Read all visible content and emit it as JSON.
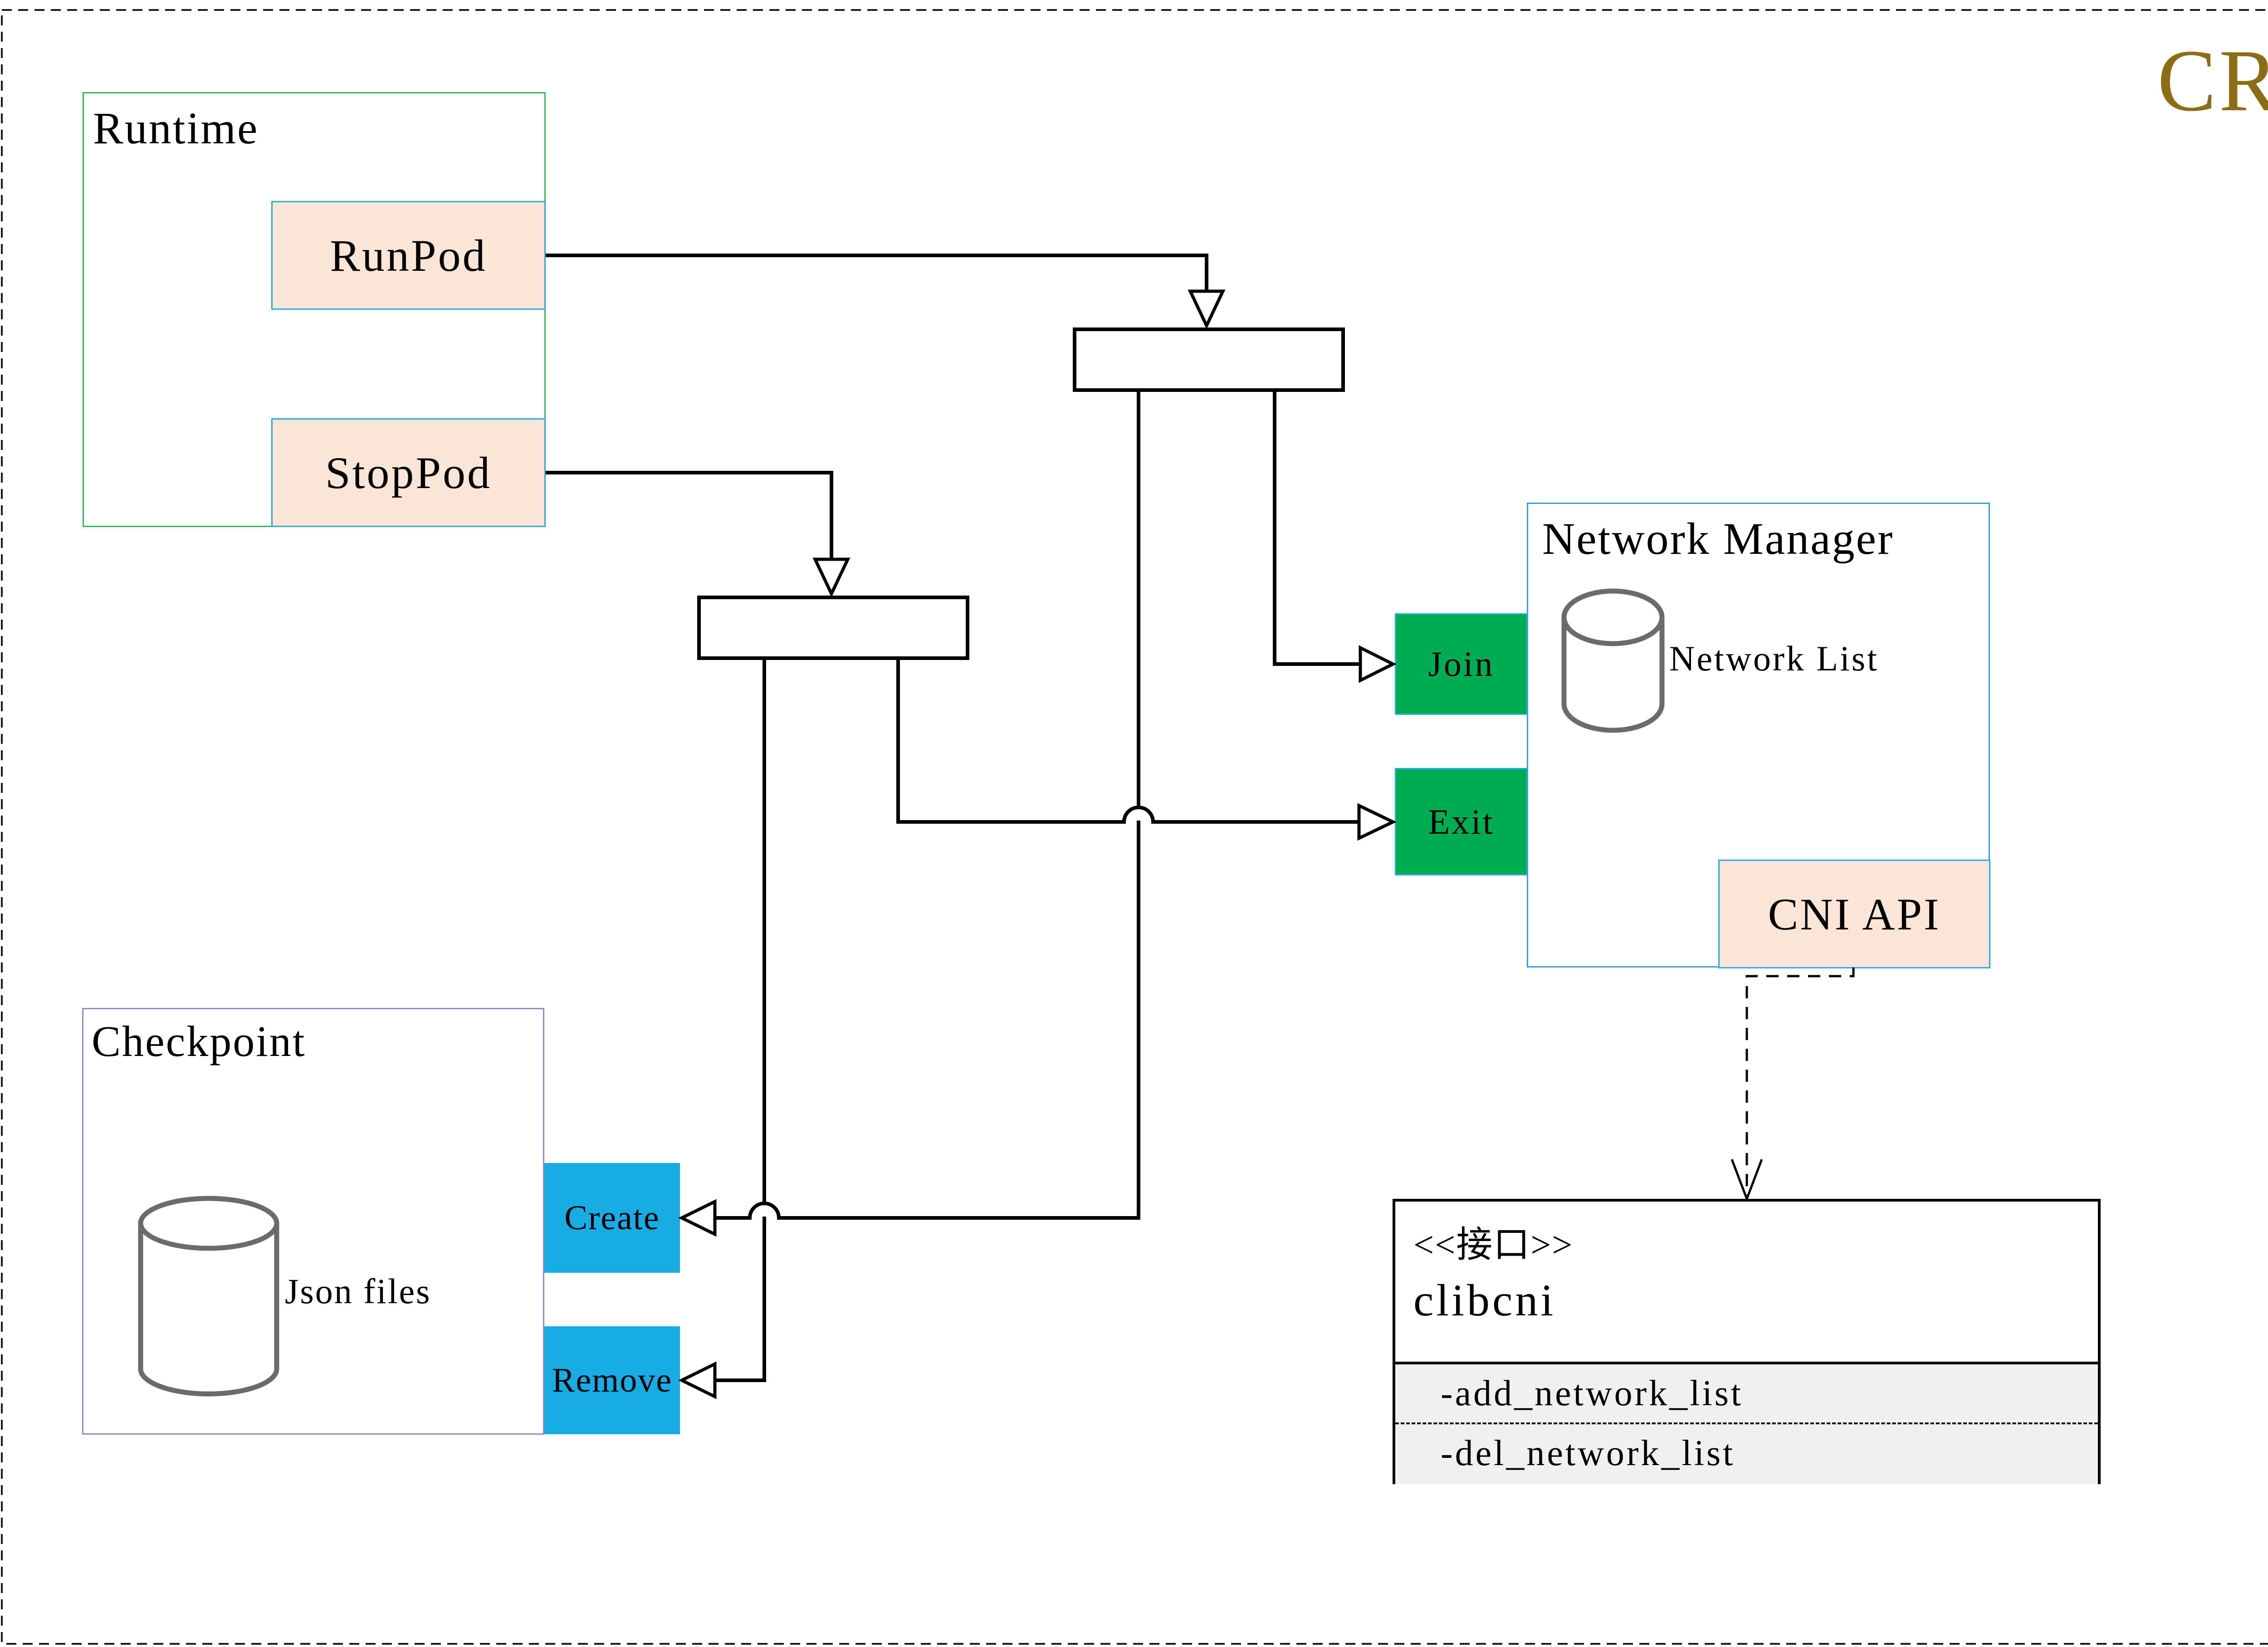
{
  "badge": {
    "label": "CRI"
  },
  "colors": {
    "peach_fill": "#fbe5d6",
    "cyan_border": "#29abe2",
    "green_fill": "#00ac52",
    "blue_fill": "#17ace4",
    "runtime_border_green": "#2cbe5c",
    "network_manager_border_blue": "#3d9bdc",
    "checkpoint_border_purple": "#9e86be",
    "cri_gold": "#8c6d15",
    "cylinder_gray": "#6b6b6b",
    "interface_section_gray": "#f0f0f0"
  },
  "runtime": {
    "title": "Runtime",
    "runpod": "RunPod",
    "stoppod": "StopPod"
  },
  "network_manager": {
    "title": "Network Manager",
    "network_list": "Network List",
    "join": "Join",
    "exit": "Exit",
    "cni_api": "CNI API"
  },
  "checkpoint": {
    "title": "Checkpoint",
    "json_files": "Json files",
    "create": "Create",
    "remove": "Remove"
  },
  "clibcni": {
    "stereotype": "<<接口>>",
    "name": "clibcni",
    "methods": [
      "-add_network_list",
      "-del_network_list"
    ]
  },
  "edges": [
    {
      "from": "RunPod",
      "to": "relay-box-top",
      "style": "solid-open-arrow"
    },
    {
      "from": "StopPod",
      "to": "relay-box-bottom",
      "style": "solid-open-arrow"
    },
    {
      "from": "relay-box-top",
      "to": "Join",
      "style": "solid-open-arrow"
    },
    {
      "from": "relay-box-top",
      "to": "Create",
      "style": "solid-open-arrow"
    },
    {
      "from": "relay-box-bottom",
      "to": "Exit",
      "style": "solid-open-arrow"
    },
    {
      "from": "relay-box-bottom",
      "to": "Remove",
      "style": "solid-open-arrow"
    },
    {
      "from": "CNI API",
      "to": "clibcni",
      "style": "dashed-dependency-arrow"
    }
  ]
}
